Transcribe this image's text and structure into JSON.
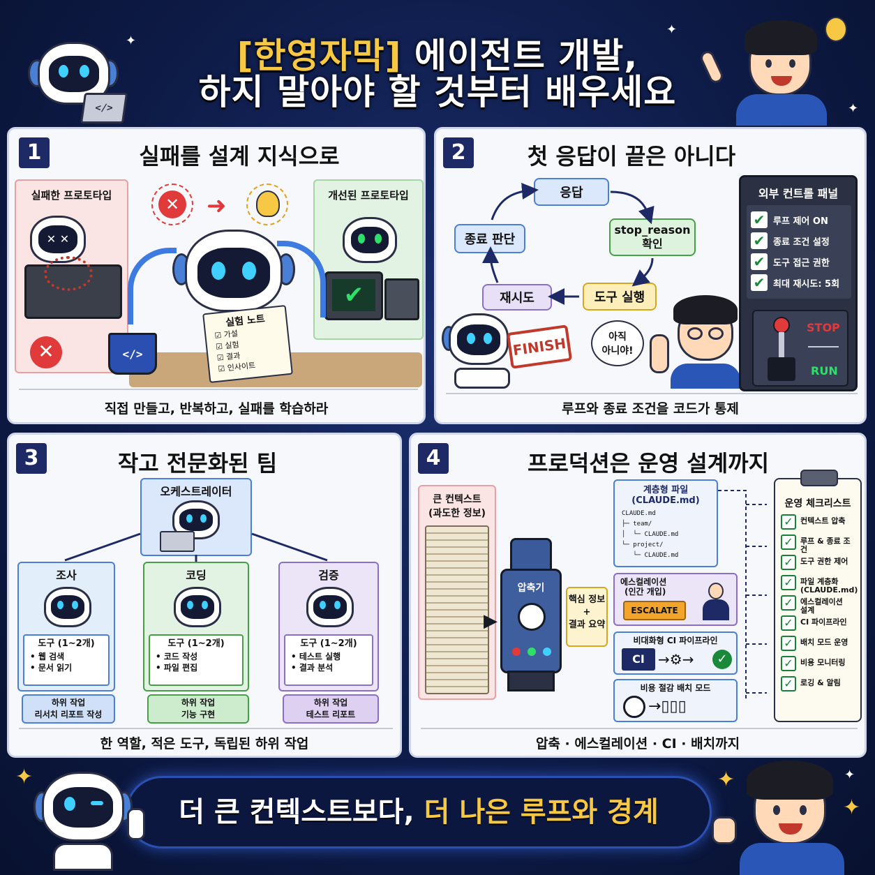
{
  "header": {
    "title_highlight": "[한영자막]",
    "title_rest": " 에이전트 개발,",
    "title_line2": "하지 말아야 할 것부터 배우세요"
  },
  "panel1": {
    "num": "1",
    "title": "실패를 설계 지식으로",
    "failed_label": "실패한 프로토타입",
    "improved_label": "개선된 프로토타입",
    "notebook_title": "실험 노트",
    "notebook_items": [
      "가설",
      "실험",
      "결과",
      "인사이트"
    ],
    "footer": "직접 만들고, 반복하고, 실패를 학습하라"
  },
  "panel2": {
    "num": "2",
    "title": "첫 응답이 끝은 아니다",
    "loop": {
      "response": "응답",
      "stop_reason": "stop_reason",
      "check": "확인",
      "tool_run": "도구 실행",
      "retry": "재시도",
      "end_judge": "종료 판단"
    },
    "finish_sign": "FINISH",
    "speech_line1": "아직",
    "speech_line2": "아니야!",
    "control_panel_title": "외부 컨트롤 패널",
    "control_items": [
      "루프 제어 ON",
      "종료 조건 설정",
      "도구 접근 권한",
      "최대 재시도: 5회"
    ],
    "stop_label": "STOP",
    "run_label": "RUN",
    "footer": "루프와 종료 조건을 코드가 통제"
  },
  "panel3": {
    "num": "3",
    "title": "작고 전문화된 팀",
    "orchestrator": "오케스트레이터",
    "agents": [
      {
        "name": "조사",
        "tools_title": "도구 (1~2개)",
        "tools": [
          "• 웹 검색",
          "• 문서 읽기"
        ],
        "task_title": "하위 작업",
        "task": "리서치 리포트 작성"
      },
      {
        "name": "코딩",
        "tools_title": "도구 (1~2개)",
        "tools": [
          "• 코드 작성",
          "• 파일 편집"
        ],
        "task_title": "하위 작업",
        "task": "기능 구현"
      },
      {
        "name": "검증",
        "tools_title": "도구 (1~2개)",
        "tools": [
          "• 테스트 실행",
          "• 결과 분석"
        ],
        "task_title": "하위 작업",
        "task": "테스트 리포트"
      }
    ],
    "footer": "한 역할, 적은 도구, 독립된 하위 작업"
  },
  "panel4": {
    "num": "4",
    "title": "프로덕션은 운영 설계까지",
    "big_context_line1": "큰 컨텍스트",
    "big_context_line2": "(과도한 정보)",
    "compressor": "압축기",
    "summary_line1": "핵심 정보",
    "summary_plus": "+",
    "summary_line2": "결과 요약",
    "hier_title_line1": "계층형 파일",
    "hier_title_line2": "(CLAUDE.md)",
    "tree": [
      "CLAUDE.md",
      "├─ team/",
      "│  └─ CLAUDE.md",
      "└─ project/",
      "   └─ CLAUDE.md"
    ],
    "escalation_line1": "에스컬레이션",
    "escalation_line2": "(인간 개입)",
    "escalate_btn": "ESCALATE",
    "ci_title": "비대화형 CI 파이프라인",
    "ci_label": "CI",
    "batch_title": "비용 절감 배치 모드",
    "checklist_title": "운영 체크리스트",
    "checklist": [
      "컨텍스트 압축",
      "루프 & 종료 조건",
      "도구 권한 제어",
      "파일 계층화\n(CLAUDE.md)",
      "에스컬레이션\n설계",
      "CI 파이프라인",
      "배치 모드 운영",
      "비용 모니터링",
      "로깅 & 알림"
    ],
    "footer": "압축 · 에스컬레이션 · CI · 배치까지"
  },
  "banner": {
    "text_white": "더 큰 컨텍스트보다, ",
    "text_yellow": "더 나은 루프와 경계"
  },
  "colors": {
    "navy": "#1d2a66",
    "accent_yellow": "#f7c843",
    "red": "#e03a3a",
    "green": "#1a8a3a"
  }
}
